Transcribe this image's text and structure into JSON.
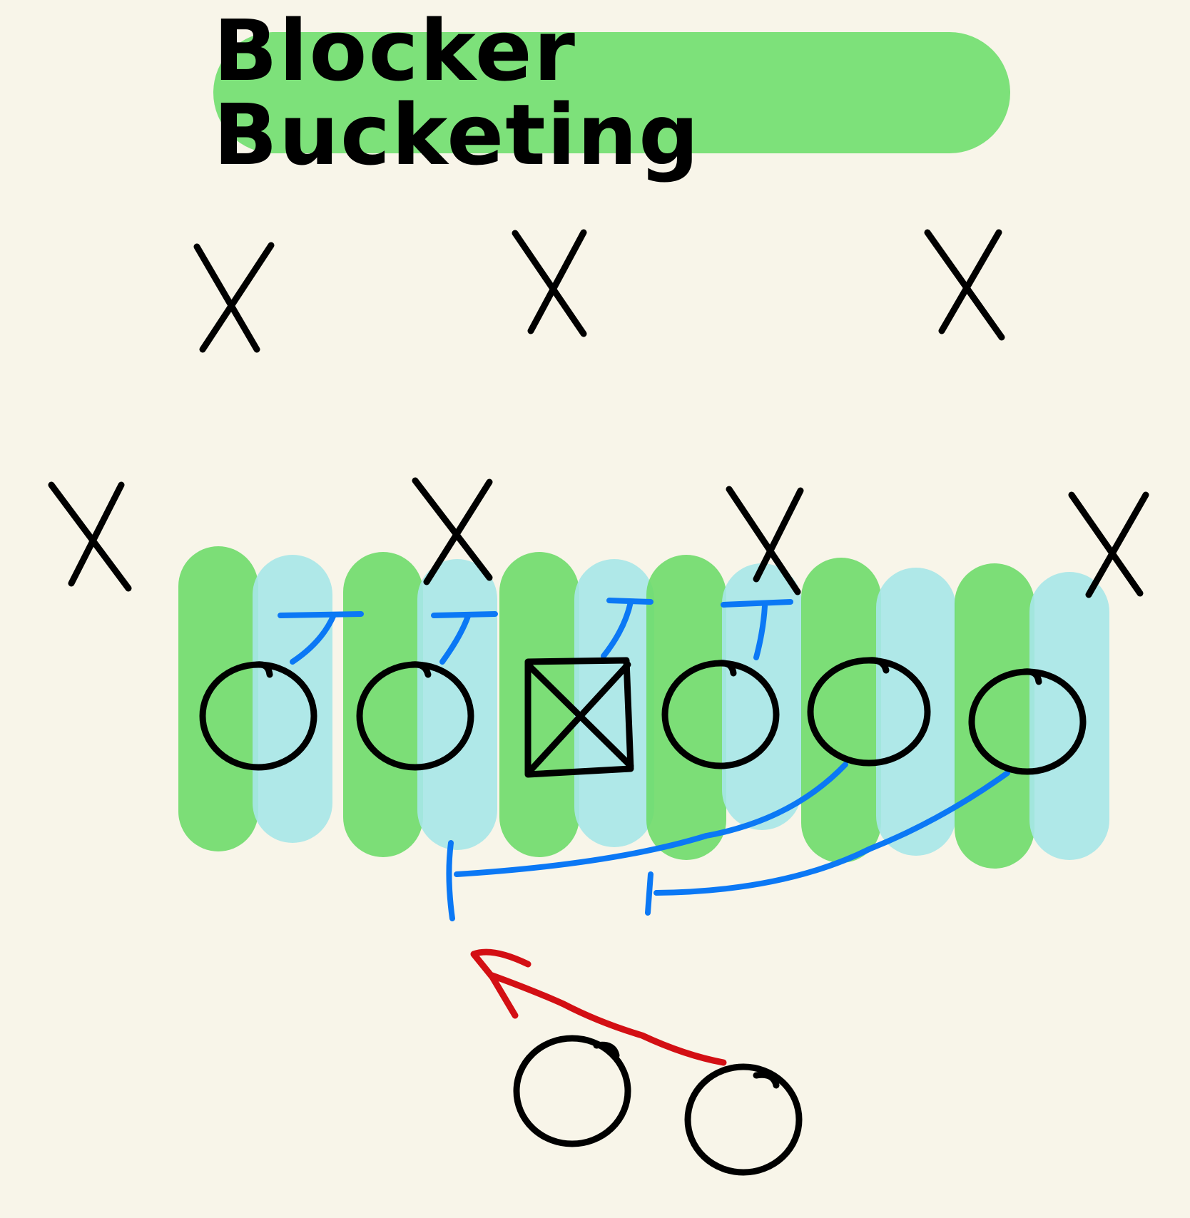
{
  "title": "Blocker Bucketing",
  "colors": {
    "background": "#f8f5e9",
    "title_pill": "#7de17a",
    "bucket_green": "#6edc6a",
    "bucket_blue": "#a6e7e8",
    "ink": "#000000",
    "block_line": "#0b78f5",
    "run_path": "#d30f14"
  },
  "defenders_count": 7,
  "linemen_count": 6,
  "backs_count": 2,
  "icons": [
    "defender-x",
    "lineman-circle",
    "center-square",
    "block-line",
    "run-arrow"
  ]
}
